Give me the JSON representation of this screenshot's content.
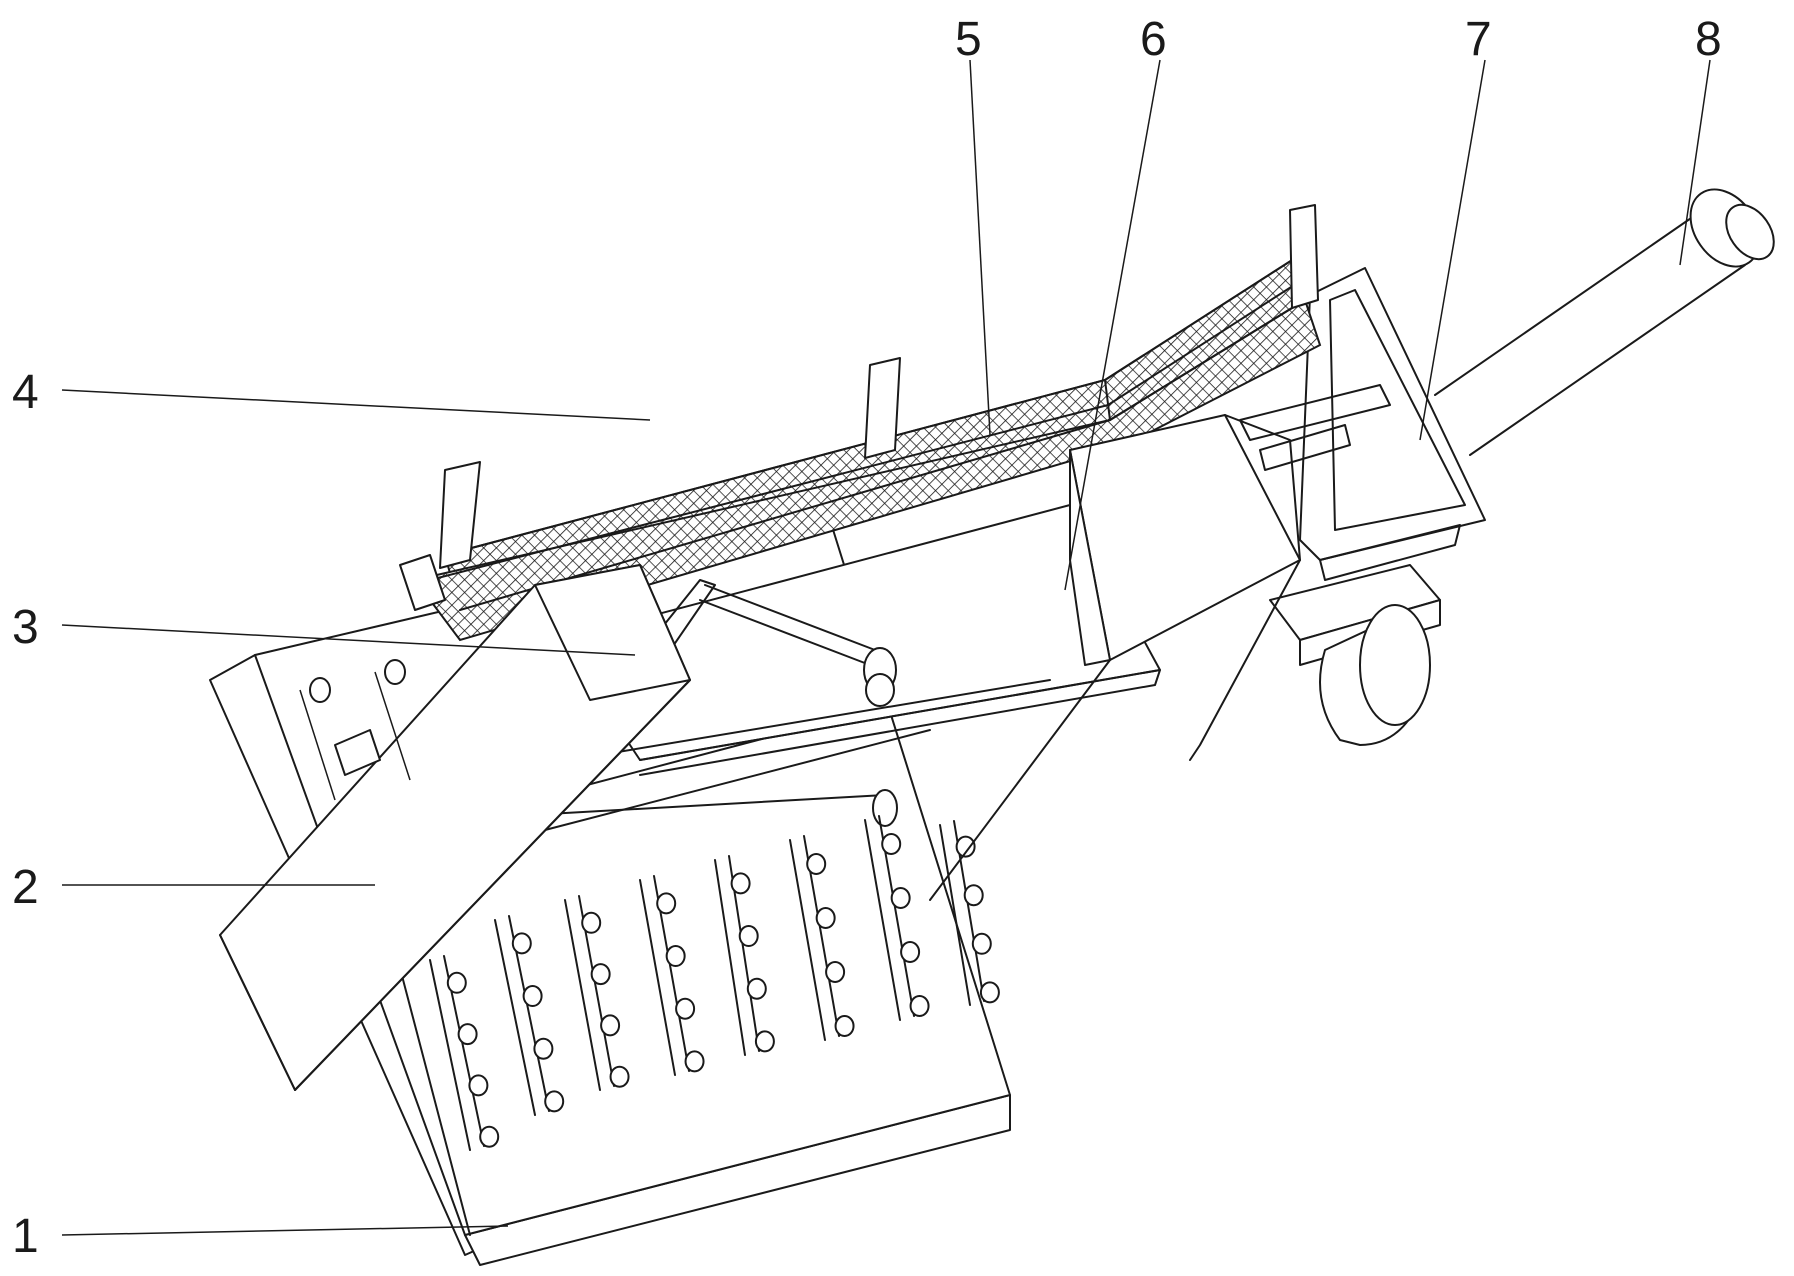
{
  "figure": {
    "callouts": [
      {
        "id": "1",
        "text": "1"
      },
      {
        "id": "2",
        "text": "2"
      },
      {
        "id": "3",
        "text": "3"
      },
      {
        "id": "4",
        "text": "4"
      },
      {
        "id": "5",
        "text": "5"
      },
      {
        "id": "6",
        "text": "6"
      },
      {
        "id": "7",
        "text": "7"
      },
      {
        "id": "8",
        "text": "8"
      }
    ],
    "colors": {
      "line": "#1a1a1a",
      "background": "#ffffff"
    }
  }
}
